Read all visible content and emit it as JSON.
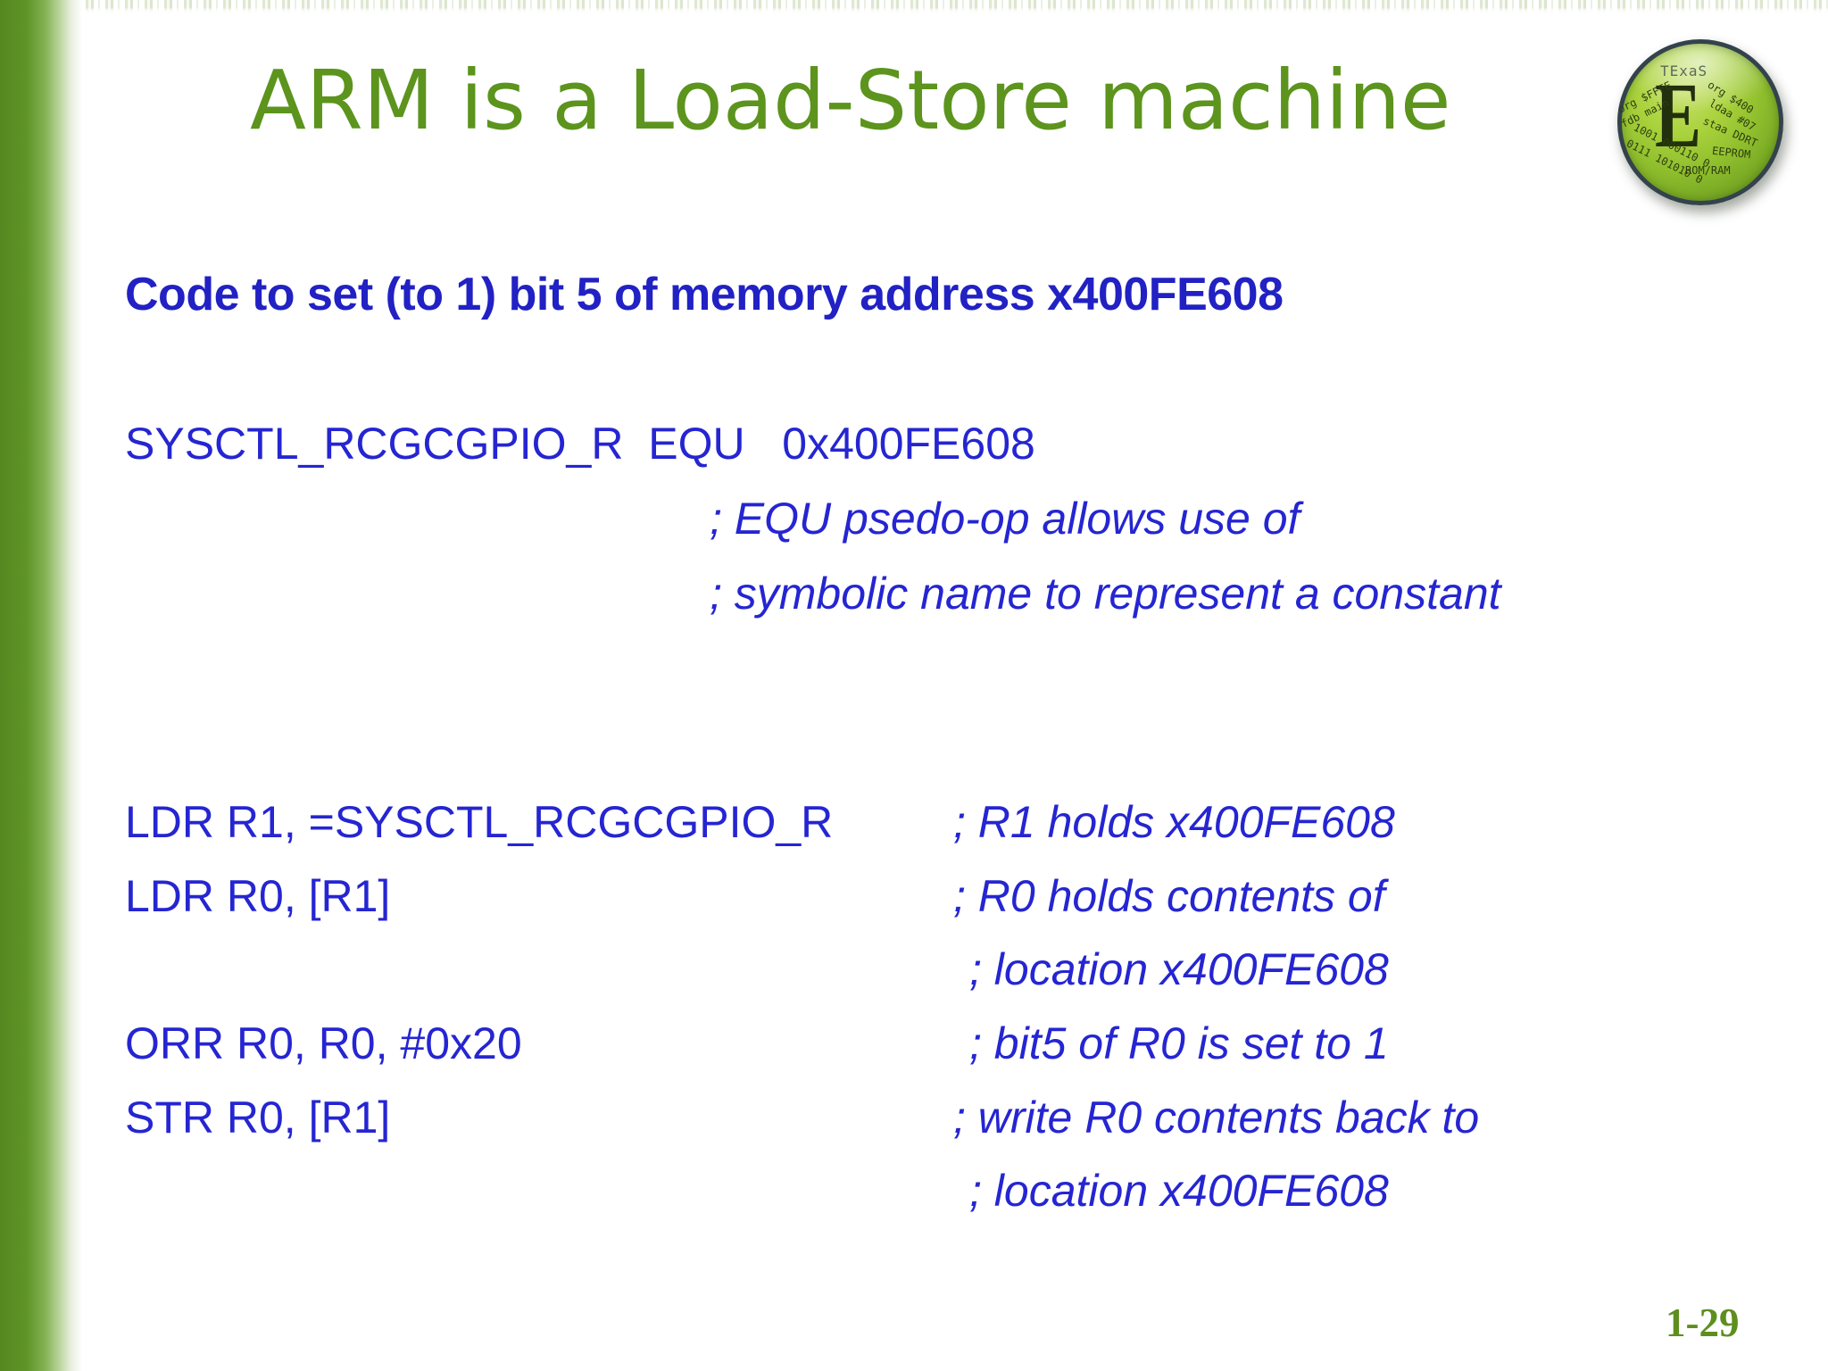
{
  "title": "ARM is a Load-Store machine",
  "heading": "Code to set (to 1) bit 5 of memory address x400FE608",
  "equ_block": {
    "definition": "SYSCTL_RCGCGPIO_R  EQU   0x400FE608",
    "comments": [
      "; EQU psedo-op allows use of",
      "; symbolic name to represent a constant"
    ]
  },
  "code_rows": [
    {
      "code": "LDR R1, =SYSCTL_RCGCGPIO_R",
      "comment": "; R1 holds x400FE608"
    },
    {
      "code": "LDR R0, [R1]",
      "comment": "; R0 holds contents of"
    },
    {
      "code": "",
      "comment": "; location x400FE608"
    },
    {
      "code": "ORR R0, R0, #0x20",
      "comment": "; bit5 of R0 is set to 1"
    },
    {
      "code": "STR R0, [R1]",
      "comment": "; write R0 contents back to"
    },
    {
      "code": "",
      "comment": "; location x400FE608"
    }
  ],
  "logo": {
    "brand": "TExaS",
    "big_letter": "E",
    "left_text_1": "org $FFFE",
    "left_text_2": "fdb main",
    "right_text_1": "org $400",
    "right_text_2": "ldaa #07",
    "right_text_3": "staa DDRT",
    "right_text_4": "EEPROM",
    "right_text_5": "ROM/RAM",
    "binary_text_1": "1001 000110 0",
    "binary_text_2": "0111 101010 0"
  },
  "page_number": "1-29",
  "colors": {
    "title_green": "#5c941d",
    "text_blue": "#2323cc",
    "bar_green": "#5e9427",
    "page_number_green": "#5e8f1e",
    "logo_green": "#8fbe2d"
  }
}
